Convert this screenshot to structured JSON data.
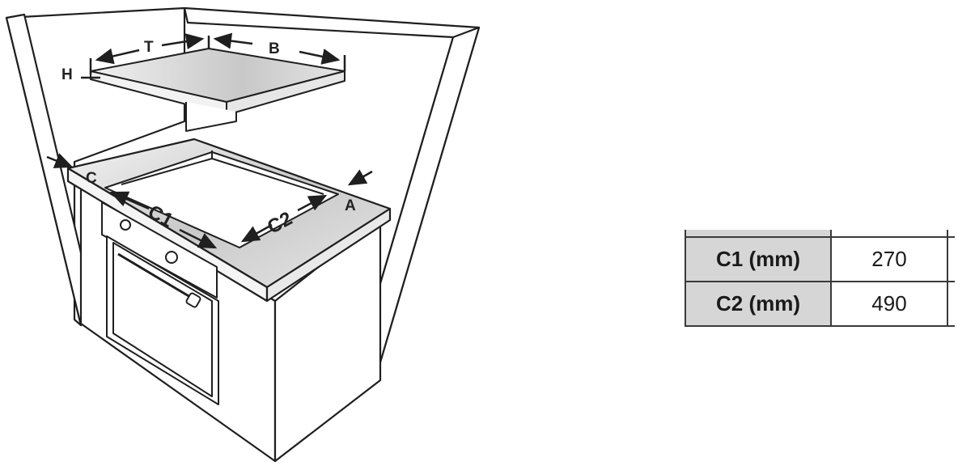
{
  "diagram": {
    "labels": {
      "T": "T",
      "B": "B",
      "H": "H",
      "C": "C",
      "A": "A",
      "C1": "C1",
      "C2": "C2"
    }
  },
  "table": {
    "rows": [
      {
        "header": "C1 (mm)",
        "value": "270"
      },
      {
        "header": "C2 (mm)",
        "value": "490"
      }
    ]
  },
  "colors": {
    "line": "#1f1f1f",
    "hood_fill": "#dcdcdc",
    "worktop_fill": "#cfcfcf",
    "header_cell": "#d6d6d6"
  }
}
